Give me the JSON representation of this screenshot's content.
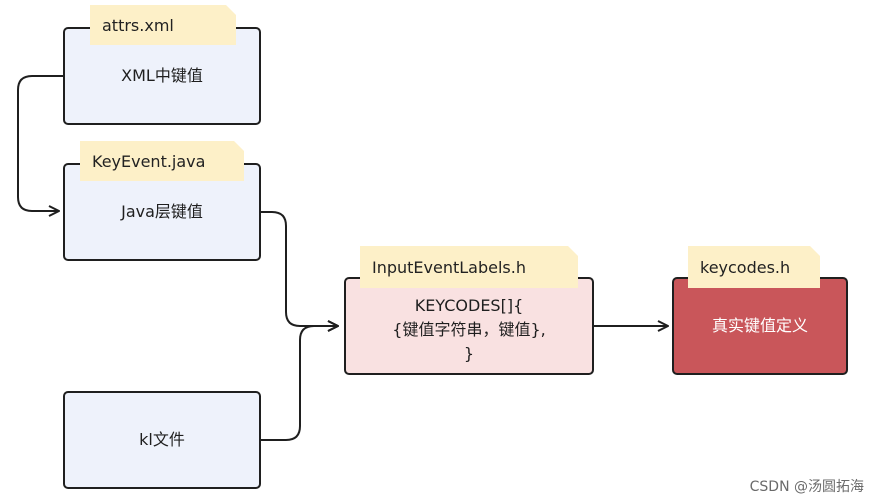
{
  "nodes": {
    "attrs": {
      "tab": "attrs.xml",
      "label": "XML中键值"
    },
    "keyevent": {
      "tab": "KeyEvent.java",
      "label": "Java层键值"
    },
    "kl": {
      "label": "kl文件"
    },
    "labels": {
      "tab": "InputEventLabels.h",
      "lines": [
        "KEYCODES[]{",
        "{键值字符串，键值},",
        "}"
      ]
    },
    "keycodes": {
      "tab": "keycodes.h",
      "label": "真实键值定义"
    }
  },
  "watermark": "CSDN @汤圆拓海",
  "colors": {
    "node_fill_blue": "#eef2fb",
    "node_fill_pink": "#f9e1e1",
    "node_fill_red": "#c9565a",
    "tab_fill": "#fdf0c8",
    "stroke": "#1f1f1f"
  }
}
